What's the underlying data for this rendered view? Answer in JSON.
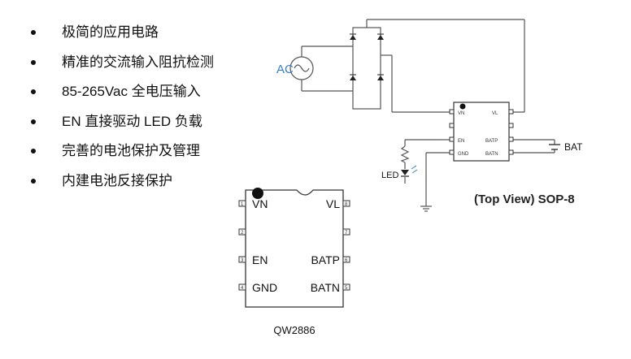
{
  "features": [
    "极简的应用电路",
    "精准的交流输入阻抗检测",
    "85-265Vac 全电压输入",
    "EN 直接驱动 LED 负载",
    "完善的电池保护及管理",
    "内建电池反接保护"
  ],
  "circuit": {
    "ac_label": "AC",
    "led_label": "LED",
    "bat_label": "BAT",
    "pins_left": [
      "VN",
      "",
      "EN",
      "GND"
    ],
    "pins_right": [
      "VL",
      "",
      "BATP",
      "BATN"
    ]
  },
  "chip": {
    "package_caption": "(Top View) SOP-8",
    "part_number": "QW2886",
    "pin_numbers_left": [
      "1",
      "2",
      "3",
      "4"
    ],
    "pin_numbers_right": [
      "8",
      "7",
      "6",
      "5"
    ],
    "pins_left": [
      "VN",
      "",
      "EN",
      "GND"
    ],
    "pins_right": [
      "VL",
      "",
      "BATP",
      "BATN"
    ]
  },
  "colors": {
    "ac_label": "#3b7fc4",
    "line": "#555555",
    "ink": "#111111"
  }
}
